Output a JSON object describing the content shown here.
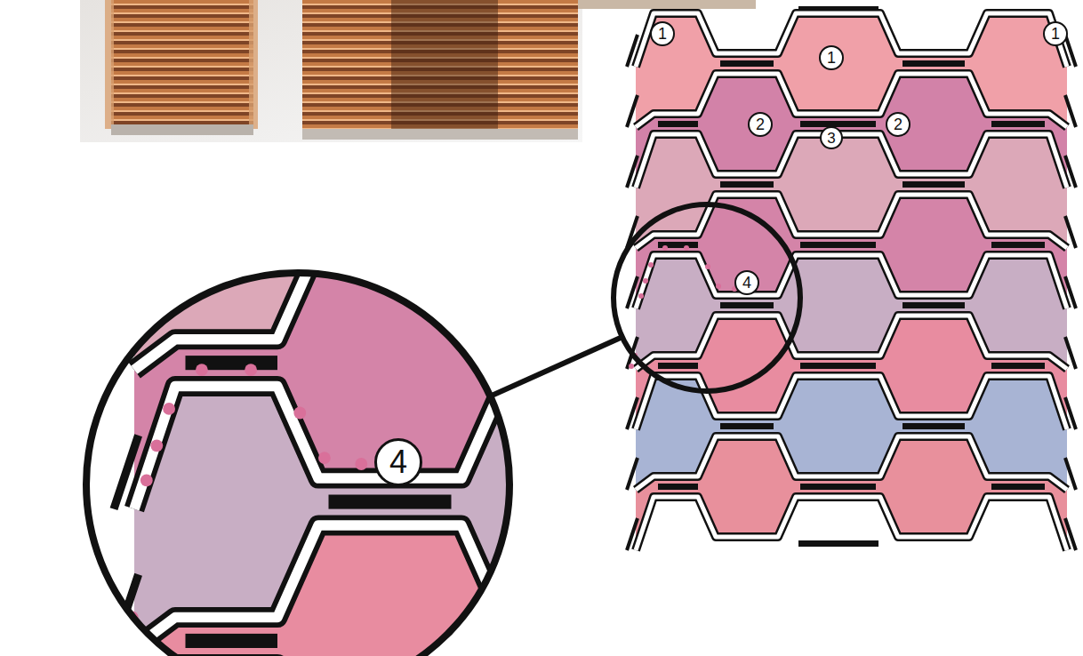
{
  "diagram": {
    "labels": [
      "1",
      "1",
      "1",
      "2",
      "3",
      "2",
      "4",
      "4"
    ]
  }
}
